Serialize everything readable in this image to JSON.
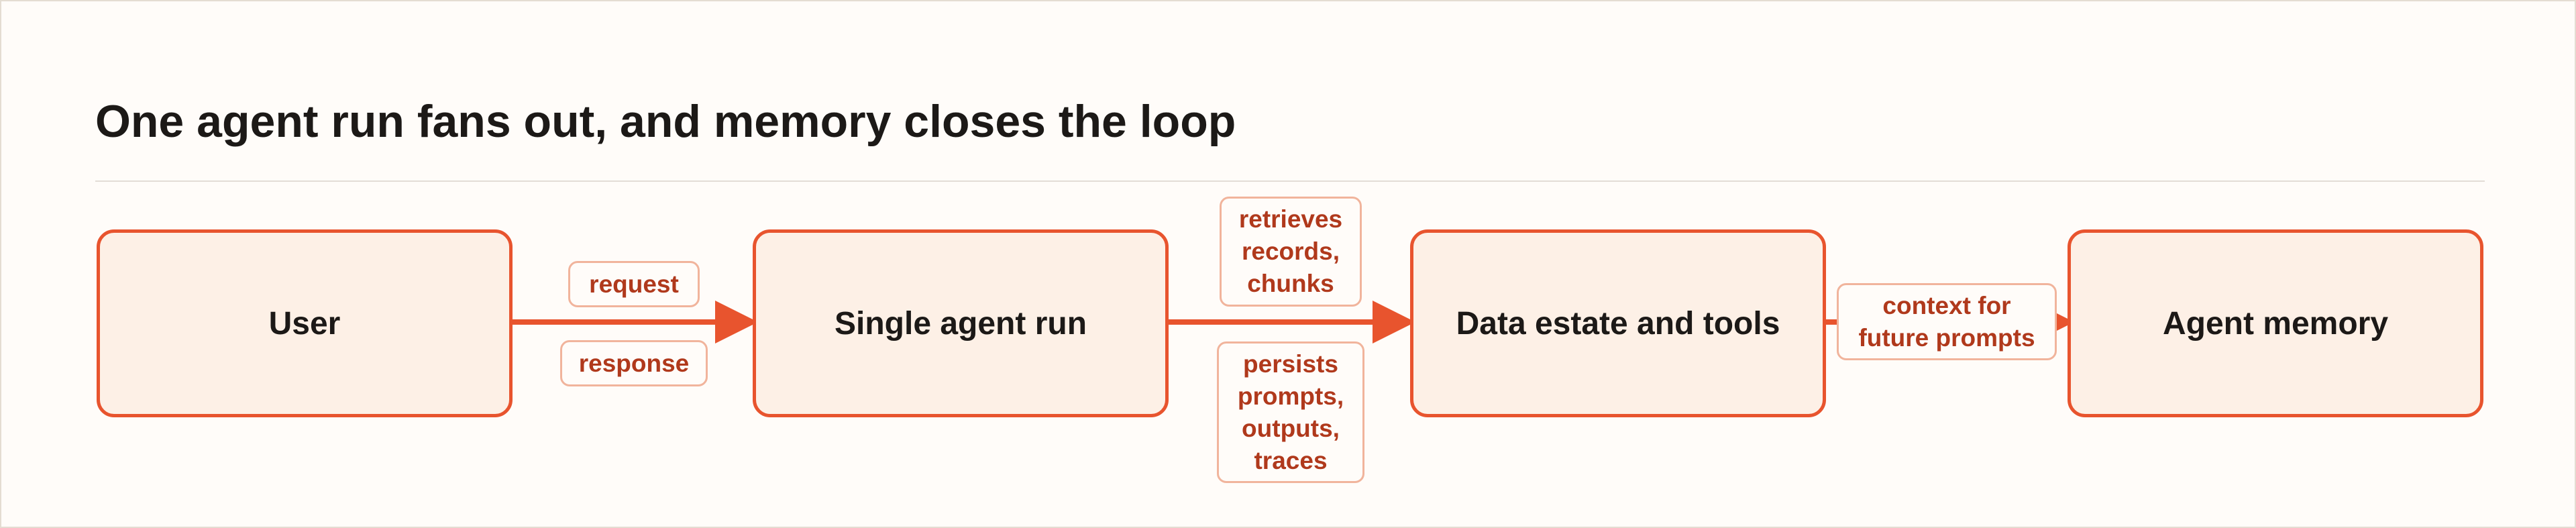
{
  "diagram": {
    "title": "One agent run fans out, and memory closes the loop",
    "nodes": {
      "user": "User",
      "agent_run": "Single agent run",
      "data_tools": "Data estate and tools",
      "memory": "Agent memory"
    },
    "edge_labels": {
      "request": "request",
      "response": "response",
      "retrieves": "retrieves\nrecords,\nchunks",
      "persists": "persists\nprompts,\noutputs,\ntraces",
      "context": "context for\nfuture prompts"
    }
  },
  "colors": {
    "accent": "#e8542e",
    "node_fill": "#fdf0e6",
    "label_text": "#b0391c",
    "label_border": "#f1b49c",
    "background": "#fffcf9"
  }
}
